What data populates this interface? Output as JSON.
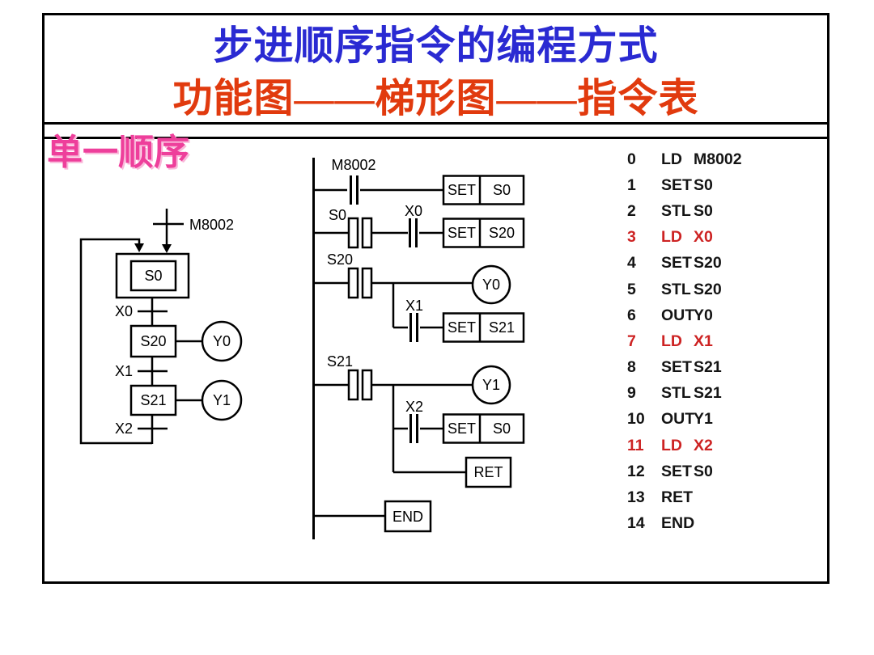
{
  "slide": {
    "title": "步进顺序指令的编程方式",
    "subtitle": "功能图——梯形图——指令表",
    "section_label": "单一顺序",
    "colors": {
      "title_blue": "#2a2ad2",
      "subtitle_red": "#e13a0e",
      "section_pink": "#ee3f9b",
      "instruction_highlight_red": "#cd2323",
      "line_black": "#000000"
    }
  },
  "sfc": {
    "trigger": "M8002",
    "initial_step": "S0",
    "rows": [
      {
        "transition": "X0",
        "step": "S20",
        "output": "Y0"
      },
      {
        "transition": "X1",
        "step": "S21",
        "output": "Y1"
      }
    ],
    "return_transition": "X2"
  },
  "ladder": {
    "rungs": [
      {
        "contact": "M8002",
        "box_op": "SET",
        "box_arg": "S0"
      },
      {
        "stl": "S0",
        "contact": "X0",
        "box_op": "SET",
        "box_arg": "S20"
      },
      {
        "stl": "S20",
        "coil": "Y0",
        "branch_contact": "X1",
        "branch_op": "SET",
        "branch_arg": "S21"
      },
      {
        "stl": "S21",
        "coil": "Y1",
        "branch_contact": "X2",
        "branch_op": "SET",
        "branch_arg": "S0",
        "ret_label": "RET"
      }
    ],
    "end_label": "END"
  },
  "instructions": {
    "rows": [
      {
        "n": "0",
        "op": "LD",
        "operand": "M8002",
        "red": false
      },
      {
        "n": "1",
        "op": "SET",
        "operand": "S0",
        "red": false
      },
      {
        "n": "2",
        "op": "STL",
        "operand": "S0",
        "red": false
      },
      {
        "n": "3",
        "op": "LD",
        "operand": "X0",
        "red": true
      },
      {
        "n": "4",
        "op": "SET",
        "operand": "S20",
        "red": false
      },
      {
        "n": "5",
        "op": "STL",
        "operand": "S20",
        "red": false
      },
      {
        "n": "6",
        "op": "OUT",
        "operand": "Y0",
        "red": false
      },
      {
        "n": "7",
        "op": "LD",
        "operand": "X1",
        "red": true
      },
      {
        "n": "8",
        "op": "SET",
        "operand": "S21",
        "red": false
      },
      {
        "n": "9",
        "op": "STL",
        "operand": "S21",
        "red": false
      },
      {
        "n": "10",
        "op": "OUT",
        "operand": "Y1",
        "red": false
      },
      {
        "n": "11",
        "op": "LD",
        "operand": "X2",
        "red": true
      },
      {
        "n": "12",
        "op": "SET",
        "operand": "S0",
        "red": false
      },
      {
        "n": "13",
        "op": "RET",
        "operand": "",
        "red": false
      },
      {
        "n": "14",
        "op": "END",
        "operand": "",
        "red": false
      }
    ]
  }
}
